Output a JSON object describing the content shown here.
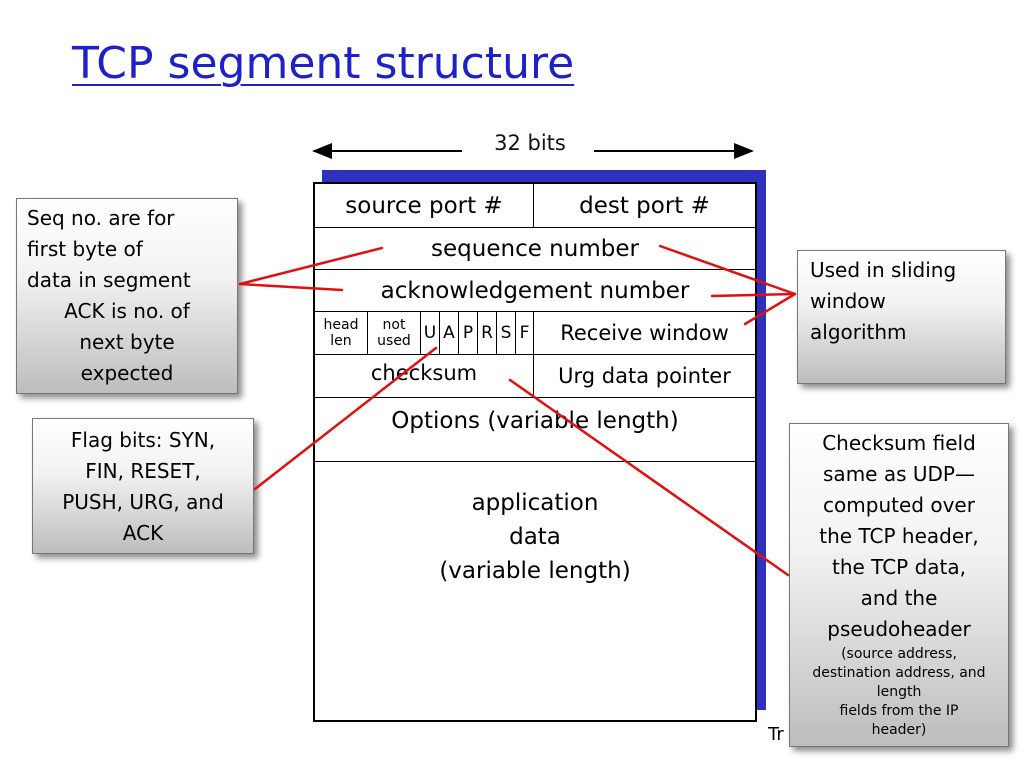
{
  "title": "TCP segment structure",
  "bits_label": "32 bits",
  "segment": {
    "source_port": "source port #",
    "dest_port": "dest port #",
    "sequence_number": "sequence number",
    "ack_number": "acknowledgement number",
    "head_len": [
      "head",
      "len"
    ],
    "not_used": [
      "not",
      "used"
    ],
    "flags": [
      "U",
      "A",
      "P",
      "R",
      "S",
      "F"
    ],
    "receive_window": "Receive window",
    "checksum": "checksum",
    "urg_pointer": "Urg data pointer",
    "options": "Options (variable length)",
    "app_data": [
      "application",
      "data",
      "(variable length)"
    ]
  },
  "callouts": {
    "seq": [
      "Seq no. are for",
      "first byte of",
      "data in segment",
      "ACK is no. of",
      "next byte",
      "expected"
    ],
    "flags": [
      "Flag bits: SYN,",
      "FIN, RESET,",
      "PUSH, URG, and",
      "ACK"
    ],
    "window": [
      "Used in sliding",
      "window",
      "algorithm"
    ],
    "checksum": [
      "Checksum field",
      "same as UDP—",
      "computed over",
      "the TCP header,",
      "the TCP data,",
      "and the",
      "pseudoheader"
    ],
    "checksum_small": [
      "(source address,",
      "destination address, and",
      "length",
      "fields from the IP",
      "header)"
    ]
  },
  "footer_fragment": "Tr",
  "colors": {
    "title": "#2020c8",
    "shadow": "#2f2fc0",
    "pointer_lines": "#e01010"
  }
}
